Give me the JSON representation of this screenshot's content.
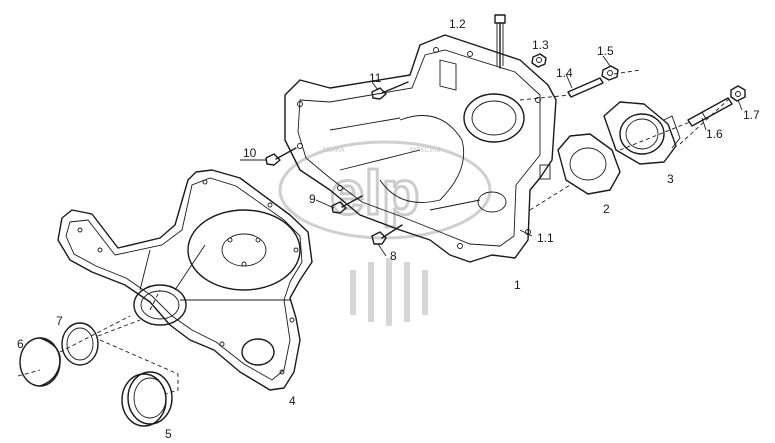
{
  "labels": {
    "l1": "1",
    "l1_1": "1.1",
    "l1_2": "1.2",
    "l1_3": "1.3",
    "l1_4": "1.4",
    "l1_5": "1.5",
    "l1_6": "1.6",
    "l1_7": "1.7",
    "l2": "2",
    "l3": "3",
    "l4": "4",
    "l5": "5",
    "l6": "6",
    "l7": "7",
    "l8": "8",
    "l9": "9",
    "l10": "10",
    "l11": "11"
  },
  "watermark": {
    "logo_text": "elp",
    "left_text": "АБАКА",
    "right_text": "МАКСИМ"
  }
}
